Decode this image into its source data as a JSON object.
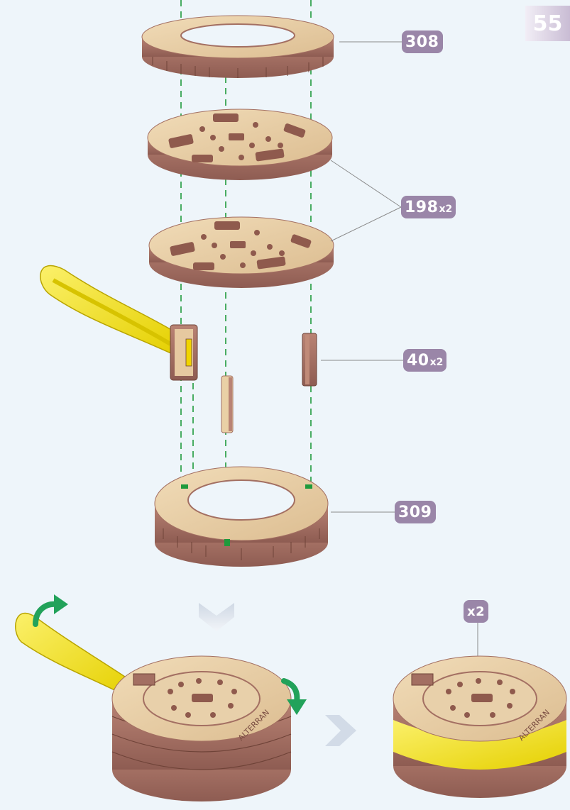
{
  "page_number": "55",
  "parts": [
    {
      "number": "308",
      "multiplier": ""
    },
    {
      "number": "198",
      "multiplier": "x2"
    },
    {
      "number": "40",
      "multiplier": "x2"
    },
    {
      "number": "309",
      "multiplier": ""
    }
  ],
  "result_multiplier": "x2",
  "ring_text": "ALTERRAN",
  "colors": {
    "label_bg": "#9a86a8",
    "wood_light": "#e8cda4",
    "wood_edge": "#a36f62",
    "strap_yellow": "#f5e62a",
    "guide_green": "#1f9a3c",
    "arrow_green": "#22a25a"
  }
}
